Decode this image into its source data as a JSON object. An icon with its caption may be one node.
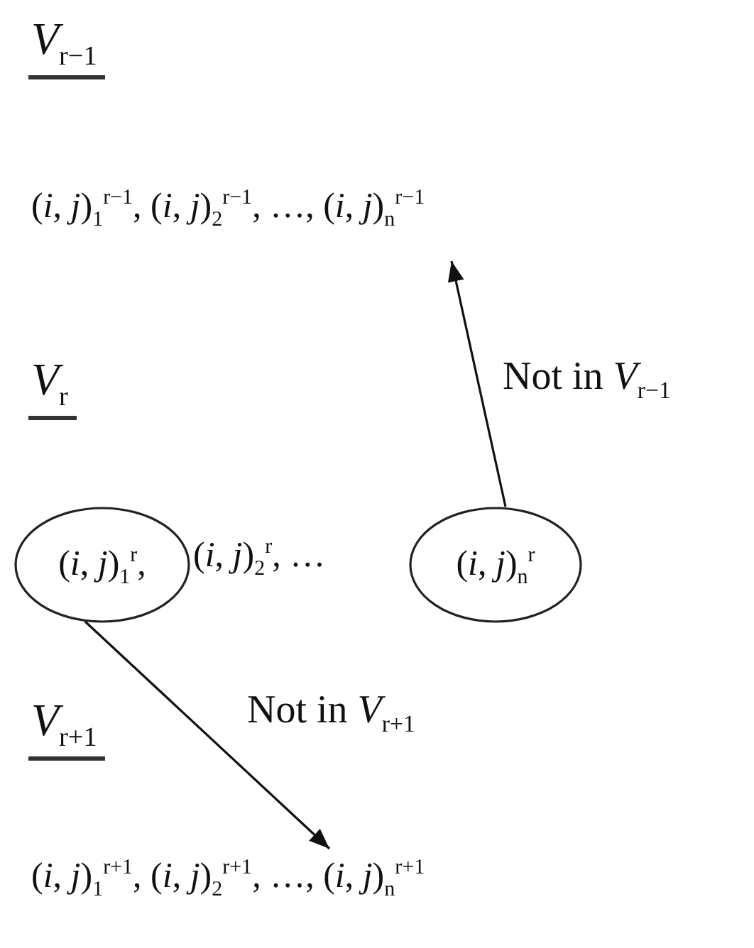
{
  "diagram": {
    "nodes": [
      {
        "text": [
          "(*i*, *j*)$_{1}$$^{r−1}$, (*i*, *j*)$_{2}$$^{r−1}$, …, (*i*, *j*)$_{n}$$^{r−1}$"
        ]
      },
      {
        "text": [
          "(*i*, *j*)$_{1}$$^{r}$,"
        ]
      },
      {
        "text": [
          "(*i*, *j*)$_{n}$$^{r}$"
        ]
      },
      {
        "text": [
          "(*i*, *j*)$_{1}$$^{r+1}$, (*i*, *j*)$_{2}$$^{r+1}$, …, (*i*, *j*)$_{n}$$^{r+1}$"
        ]
      }
    ],
    "edges": [
      {
        "from": 2,
        "to": 0,
        "arrow": "to",
        "label": "Not in *V*$_{r−1}$"
      },
      {
        "from": 1,
        "to": 3,
        "arrow": "to",
        "label": "Not in *V*$_{r+1}$"
      }
    ],
    "labels": [
      "*V*$_{r−1}$",
      "*V*$_{r}$",
      "(*i*, *j*)$_{2}$$^{r}$, …",
      "*V*$_{r+1}$"
    ]
  }
}
